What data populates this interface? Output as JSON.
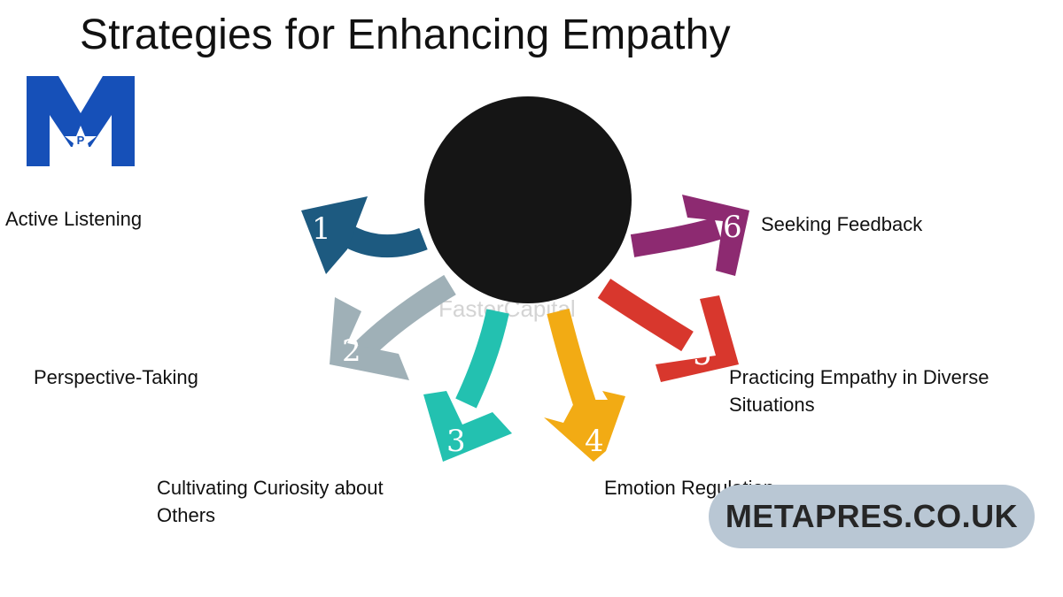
{
  "title": "Strategies for Enhancing Empathy",
  "logo": {
    "letters": "M P",
    "color": "#1650b8"
  },
  "diagram": {
    "watermark": "FasterCapital",
    "arrows": [
      {
        "number": "1",
        "label": "Active Listening",
        "color": "#1d5a80"
      },
      {
        "number": "2",
        "label": "Perspective-Taking",
        "color": "#9fb0b7"
      },
      {
        "number": "3",
        "label": "Cultivating Curiosity about Others",
        "color": "#23c1b0"
      },
      {
        "number": "4",
        "label": "Emotion Regulation",
        "color": "#f2ab14"
      },
      {
        "number": "5",
        "label": "Practicing Empathy in Diverse Situations",
        "color": "#d8372d"
      },
      {
        "number": "6",
        "label": "Seeking Feedback",
        "color": "#8d2a71"
      }
    ]
  },
  "badge": {
    "text": "METAPRES.CO.UK",
    "color": "#b9c7d4"
  }
}
